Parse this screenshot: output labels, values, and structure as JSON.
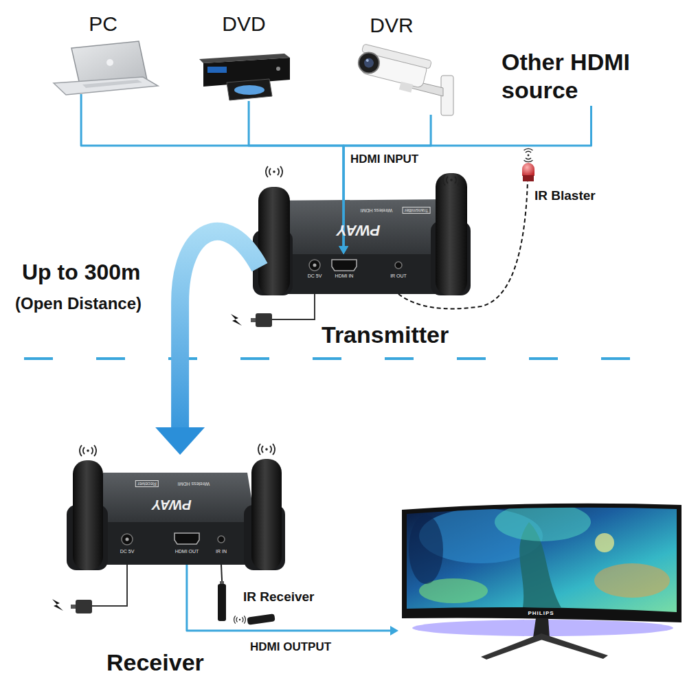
{
  "diagram": {
    "nodes": [
      {
        "text": [
          "PC"
        ]
      },
      {
        "text": [
          "DVD"
        ]
      },
      {
        "text": [
          "DVR"
        ]
      },
      {
        "text": [
          "Other HDMI source"
        ]
      },
      {
        "text": [
          "Transmitter"
        ]
      },
      {
        "text": [
          "IR Blaster"
        ]
      },
      {
        "text": [
          "Receiver"
        ]
      },
      {
        "text": [
          "IR Receiver"
        ]
      },
      {
        "text": [
          "PHILIPS"
        ]
      }
    ],
    "edges": [
      {
        "from": 0,
        "to": 4,
        "arrow": "to"
      },
      {
        "from": 1,
        "to": 4,
        "arrow": "to"
      },
      {
        "from": 2,
        "to": 4,
        "arrow": "to"
      },
      {
        "from": 3,
        "to": 4,
        "arrow": "to"
      },
      {
        "from": 4,
        "to": 6,
        "arrow": "to",
        "label": "Up to 300m"
      },
      {
        "from": 4,
        "to": 5,
        "arrow": "none"
      },
      {
        "from": 6,
        "to": 7,
        "arrow": "none"
      },
      {
        "from": 6,
        "to": 8,
        "arrow": "to",
        "label": "HDMI OUTPUT"
      }
    ],
    "labels": [
      "HDMI INPUT",
      "(Open Distance)",
      "DC 5V",
      "HDMI IN",
      "IR OUT",
      "DC 5V",
      "HDMI OUT",
      "IR IN",
      "PWAY",
      "Wireless HDMI",
      "Transmitter",
      "PWAY",
      "Wireless HDMI",
      "Receiver"
    ]
  }
}
